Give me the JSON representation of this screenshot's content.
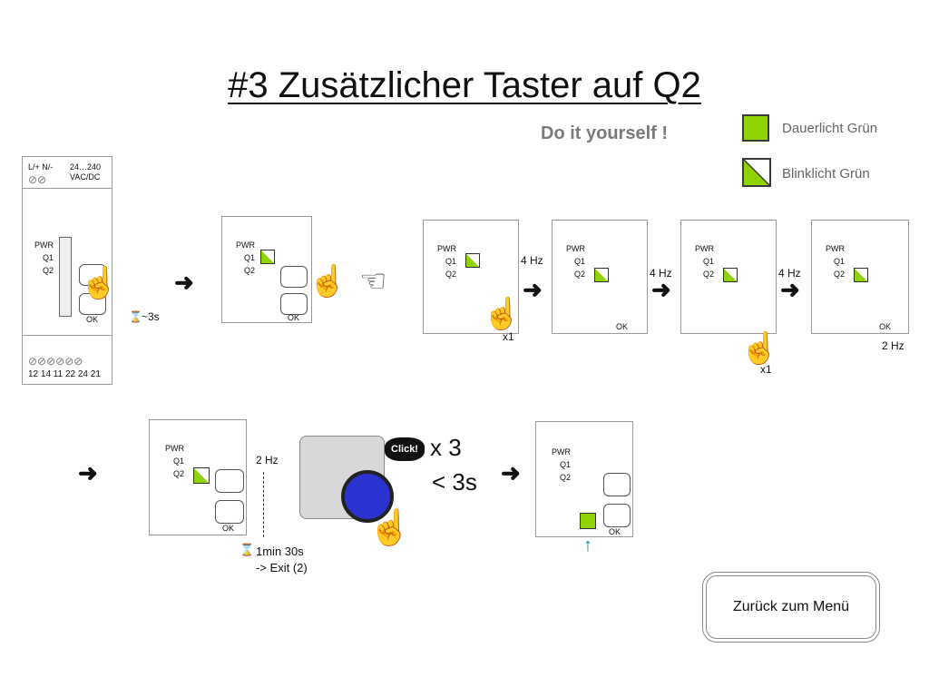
{
  "page": {
    "title": "#3 Zusätzlicher Taster auf Q2",
    "subtitle": "Do it yourself !"
  },
  "legend": {
    "items": [
      {
        "label": "Dauerlicht Grün",
        "color": "#8fd400"
      },
      {
        "label": "Blinklicht Grün",
        "color": "#8fd400"
      }
    ]
  },
  "device": {
    "top_terminals": "L/+ N/-",
    "voltage_1": "24…240",
    "voltage_2": "VAC/DC",
    "bottom_terminals": "12 14 11 22 24 21",
    "labels": {
      "pwr": "PWR",
      "q1": "Q1",
      "q2": "Q2",
      "ok": "OK"
    },
    "hold_time": "~3s"
  },
  "steps": {
    "freq_4hz": "4 Hz",
    "freq_2hz": "2 Hz",
    "press_once": "x1",
    "timeout": "1min 30s",
    "exit": "-> Exit (2)",
    "click": "Click!",
    "click_times": "x 3",
    "click_within": "< 3s"
  },
  "navigation": {
    "back_label": "Zurück zum Menü"
  }
}
